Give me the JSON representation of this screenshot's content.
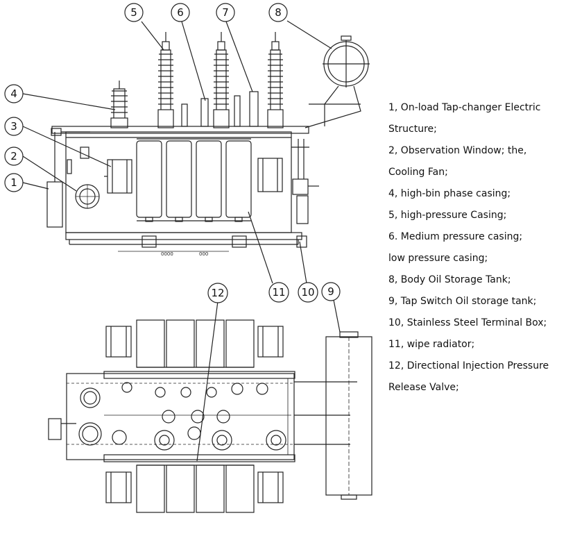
{
  "callouts": {
    "c1": "1",
    "c2": "2",
    "c3": "3",
    "c4": "4",
    "c5": "5",
    "c6": "6",
    "c7": "7",
    "c8": "8",
    "c9": "9",
    "c10": "10",
    "c11": "11",
    "c12": "12"
  },
  "elevation_labels": {
    "left": "0000",
    "right": "000"
  },
  "legend": {
    "lines": [
      "1, On-load Tap-changer Electric",
      "Structure;",
      "2, Observation Window; the,",
      "Cooling Fan;",
      "4, high-bin phase casing;",
      "5, high-pressure Casing;",
      "6. Medium pressure casing;",
      "low pressure casing;",
      "8, Body Oil Storage Tank;",
      "9, Tap Switch Oil storage tank;",
      " 10, Stainless Steel Terminal Box;",
      "11, wipe radiator;",
      "12, Directional Injection Pressure",
      " Release Valve;"
    ]
  }
}
